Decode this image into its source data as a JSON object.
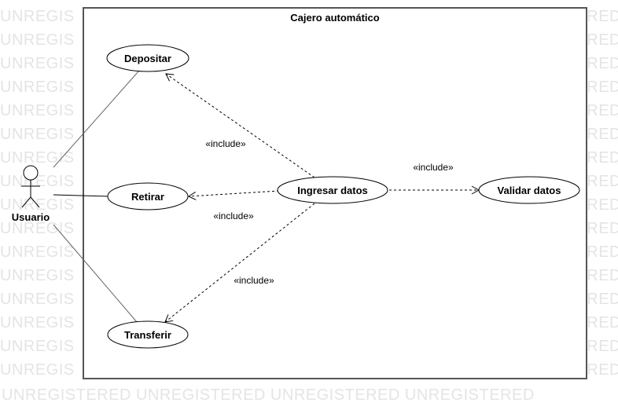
{
  "watermark": {
    "left_text": "UNREGIS",
    "right_text": "RED",
    "bottom_text": "UNREGISTERED UNREGISTERED UNREGISTERED UNREGISTERED",
    "color": "#e4e4e4"
  },
  "system": {
    "title": "Cajero automático"
  },
  "actor": {
    "name": "Usuario"
  },
  "use_cases": {
    "depositar": "Depositar",
    "retirar": "Retirar",
    "transferir": "Transferir",
    "ingresar": "Ingresar datos",
    "validar": "Validar datos"
  },
  "relations": {
    "include_depositar": "«include»",
    "include_retirar": "«include»",
    "include_transferir": "«include»",
    "include_validar": "«include»"
  }
}
